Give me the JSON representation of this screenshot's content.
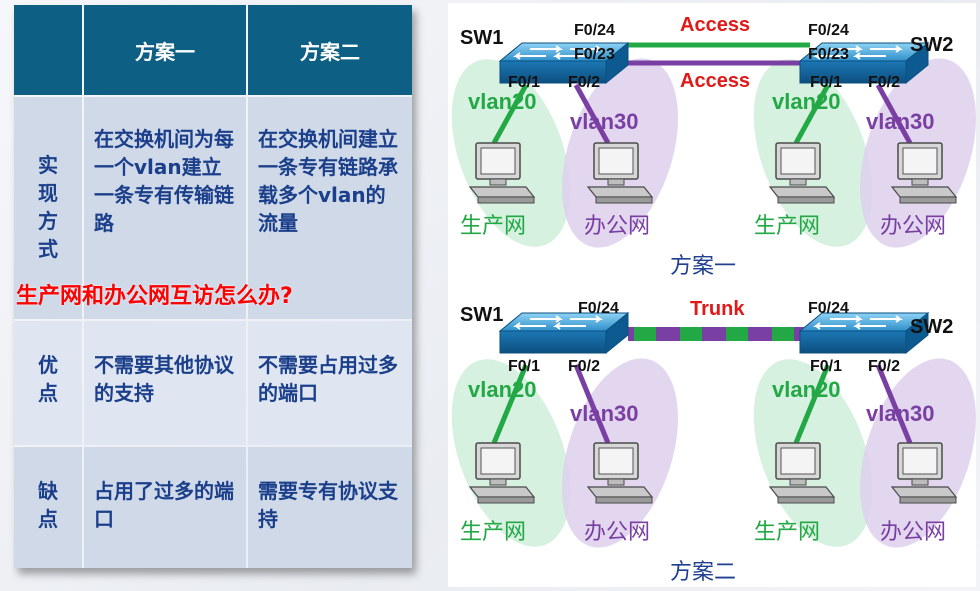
{
  "table": {
    "header": [
      "",
      "方案一",
      "方案二"
    ],
    "rows": [
      {
        "label": "实现方式",
        "plan1": "在交换机间为每一个vlan建立一条专有传输链路",
        "plan2": "在交换机间建立一条专有链路承载多个vlan的流量"
      },
      {
        "label": "优点",
        "plan1": "不需要其他协议的支持",
        "plan2": "不需要占用过多的端口"
      },
      {
        "label": "缺点",
        "plan1": "占用了过多的端口",
        "plan2": "需要专有协议支持"
      }
    ]
  },
  "question": "生产网和办公网互访怎么办?",
  "diagram1": {
    "caption": "方案一",
    "sw1": "SW1",
    "sw2": "SW2",
    "ports_top_sw1": [
      "F0/24",
      "F0/23"
    ],
    "ports_top_sw2": [
      "F0/24",
      "F0/23"
    ],
    "links": [
      "Access",
      "Access"
    ],
    "ports_bottom": [
      "F0/1",
      "F0/2"
    ],
    "vlan_a": "vlan20",
    "vlan_b": "vlan30",
    "net_a": "生产网",
    "net_b": "办公网"
  },
  "diagram2": {
    "caption": "方案二",
    "sw1": "SW1",
    "sw2": "SW2",
    "port_top": "F0/24",
    "link": "Trunk",
    "ports_bottom": [
      "F0/1",
      "F0/2"
    ],
    "vlan_a": "vlan20",
    "vlan_b": "vlan30",
    "net_a": "生产网",
    "net_b": "办公网"
  },
  "colors": {
    "header_bg": "#0e5f84",
    "row_text": "#1b3f8a",
    "question": "#ff0000",
    "vlan20": "#22a845",
    "vlan30": "#7a3fa3",
    "link_label": "#e01919",
    "caption": "#1f3f8f"
  }
}
